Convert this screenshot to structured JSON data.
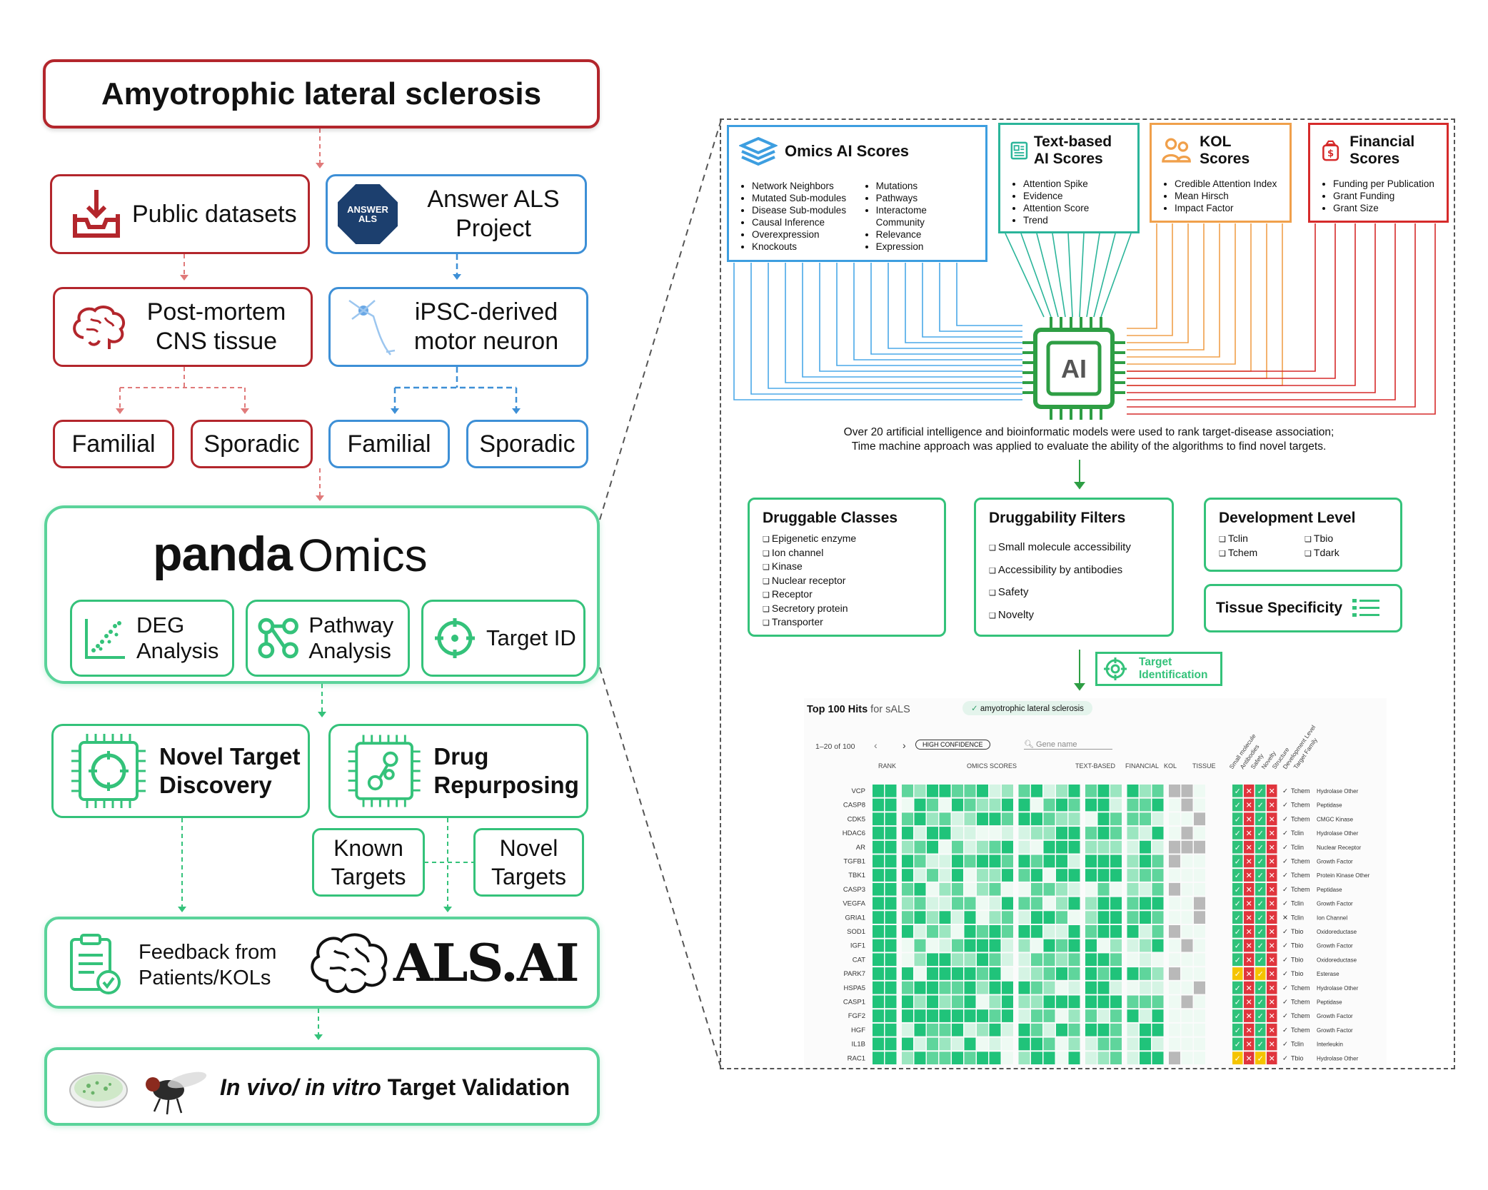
{
  "title": "Amyotrophic lateral sclerosis",
  "left": {
    "public_datasets": "Public datasets",
    "answer_als_logo": "ANSWER ALS",
    "answer_als_project": "Answer ALS Project",
    "post_mortem": "Post-mortem CNS tissue",
    "ipsc": "iPSC-derived motor neuron",
    "familial": "Familial",
    "sporadic": "Sporadic",
    "panda_brand": "panda",
    "omics_brand": "Omics",
    "deg": "DEG Analysis",
    "pathway": "Pathway Analysis",
    "target_id": "Target ID",
    "novel_target": "Novel Target Discovery",
    "drug_repurposing": "Drug Repurposing",
    "known_targets": "Known Targets",
    "novel_targets": "Novel Targets",
    "feedback": "Feedback from Patients/KOLs",
    "alsai": "ALS.AI",
    "validation_italic": "In vivo/ in vitro",
    "validation_rest": " Target Validation"
  },
  "right": {
    "omics": {
      "title": "Omics AI Scores",
      "col1": [
        "Network Neighbors",
        "Mutated Sub-modules",
        "Disease Sub-modules",
        "Causal Inference",
        "Overexpression",
        "Knockouts"
      ],
      "col2": [
        "Mutations",
        "Pathways",
        "Interactome Community",
        "Relevance",
        "Expression"
      ]
    },
    "text": {
      "title": "Text-based AI Scores",
      "items": [
        "Attention Spike",
        "Evidence",
        "Attention Score",
        "Trend"
      ]
    },
    "kol": {
      "title": "KOL Scores",
      "items": [
        "Credible Attention Index",
        "Mean Hirsch",
        "Impact Factor"
      ]
    },
    "financial": {
      "title": "Financial Scores",
      "items": [
        "Funding per Publication",
        "Grant Funding",
        "Grant Size"
      ]
    },
    "ai_chip": "AI",
    "caption1": "Over 20 artificial intelligence and bioinformatic models were used to rank target-disease association;",
    "caption2": "Time machine approach was applied to evaluate the ability of the algorithms to find novel targets.",
    "druggable": {
      "title": "Druggable Classes",
      "items": [
        "Epigenetic enzyme",
        "Ion channel",
        "Kinase",
        "Nuclear receptor",
        "Receptor",
        "Secretory protein",
        "Transporter"
      ]
    },
    "filters": {
      "title": "Druggability Filters",
      "items": [
        "Small molecule accessibility",
        "Accessibility by antibodies",
        "Safety",
        "Novelty"
      ]
    },
    "devlevel": {
      "title": "Development Level",
      "col1": [
        "Tclin",
        "Tchem"
      ],
      "col2": [
        "Tbio",
        "Tdark"
      ]
    },
    "tissue": "Tissue Specificity",
    "target_identification": "Target Identification"
  },
  "table": {
    "title_a": "Top 100 Hits",
    "title_b": "for sALS",
    "chip": "amyotrophic lateral sclerosis",
    "pager": "1–20 of 100",
    "confidence": "HIGH CONFIDENCE",
    "search_placeholder": "Gene name",
    "col_headers": [
      "RANK",
      "OMICS SCORES",
      "TEXT-BASED",
      "FINANCIAL",
      "KOL",
      "TISSUE"
    ],
    "diag_headers": [
      "Small molecule",
      "Antibodies",
      "Safety",
      "Novelty",
      "Structure",
      "Development Level",
      "Target Family"
    ],
    "genes": [
      "VCP",
      "CASP8",
      "CDK5",
      "HDAC6",
      "AR",
      "TGFB1",
      "TBK1",
      "CASP3",
      "VEGFA",
      "GRIA1",
      "SOD1",
      "IGF1",
      "CAT",
      "PARK7",
      "HSPA5",
      "CASP1",
      "FGF2",
      "HGF",
      "IL1B",
      "RAC1"
    ],
    "dev_levels": [
      "Tchem",
      "Tchem",
      "Tchem",
      "Tclin",
      "Tclin",
      "Tchem",
      "Tchem",
      "Tchem",
      "Tclin",
      "Tclin",
      "Tbio",
      "Tbio",
      "Tbio",
      "Tbio",
      "Tchem",
      "Tchem",
      "Tchem",
      "Tchem",
      "Tclin",
      "Tbio"
    ],
    "families": [
      "Hydrolase Other",
      "Peptidase",
      "CMGC Kinase",
      "Hydrolase Other",
      "Nuclear Receptor",
      "Growth Factor",
      "Protein Kinase Other",
      "Peptidase",
      "Growth Factor",
      "Ion Channel",
      "Oxidoreductase",
      "Growth Factor",
      "Oxidoreductase",
      "Esterase",
      "Hydrolase Other",
      "Peptidase",
      "Growth Factor",
      "Growth Factor",
      "Interleukin",
      "Hydrolase Other"
    ]
  },
  "colors": {
    "red": "#b3262c",
    "blue": "#3d8fd6",
    "green": "#34c27a",
    "orange": "#f0a04b",
    "teal": "#2bb59a"
  }
}
